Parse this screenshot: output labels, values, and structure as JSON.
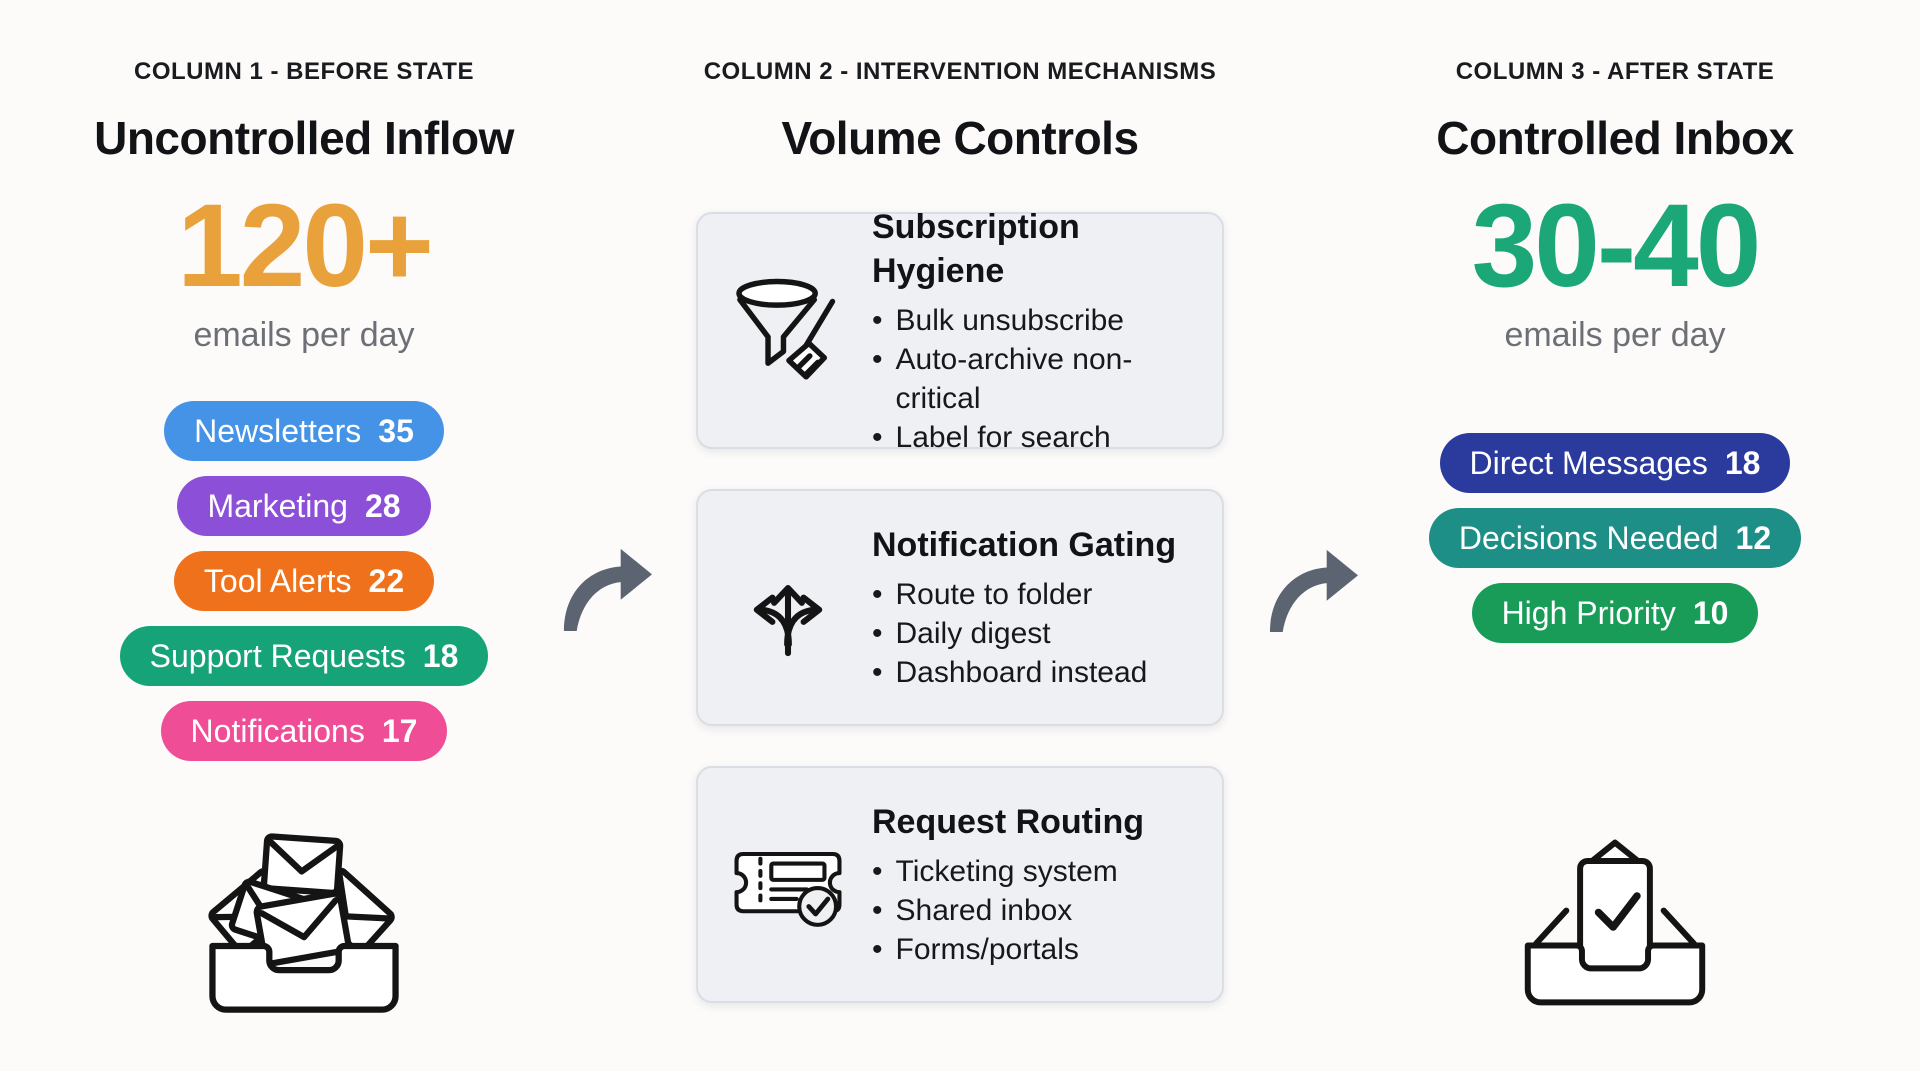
{
  "glyphs": {
    "bullet": "•"
  },
  "arrow_color": "#5B6470",
  "columns": [
    {
      "label": "COLUMN 1 - BEFORE STATE",
      "title": "Uncontrolled Inflow",
      "metric": {
        "value": "120+",
        "unit": "emails per day",
        "color": "#E9A23B"
      },
      "badges": [
        {
          "label": "Newsletters",
          "count": "35",
          "color": "#4493E6"
        },
        {
          "label": "Marketing",
          "count": "28",
          "color": "#8C4FD8"
        },
        {
          "label": "Tool Alerts",
          "count": "22",
          "color": "#F0711C"
        },
        {
          "label": "Support Requests",
          "count": "18",
          "color": "#16A377"
        },
        {
          "label": "Notifications",
          "count": "17",
          "color": "#EF4D96"
        }
      ]
    },
    {
      "label": "COLUMN 2 - INTERVENTION MECHANISMS",
      "title": "Volume Controls",
      "cards": [
        {
          "title": "Subscription Hygiene",
          "icon": "funnel-broom-icon",
          "bullets": [
            "Bulk unsubscribe",
            "Auto-archive non-critical",
            "Label for search"
          ]
        },
        {
          "title": "Notification Gating",
          "icon": "branch-arrows-icon",
          "bullets": [
            "Route to folder",
            "Daily digest",
            "Dashboard instead"
          ]
        },
        {
          "title": "Request Routing",
          "icon": "ticket-check-icon",
          "bullets": [
            "Ticketing system",
            "Shared inbox",
            "Forms/portals"
          ]
        }
      ]
    },
    {
      "label": "COLUMN 3 - AFTER STATE",
      "title": "Controlled Inbox",
      "metric": {
        "value": "30-40",
        "unit": "emails per day",
        "color": "#1BA778"
      },
      "badges": [
        {
          "label": "Direct Messages",
          "count": "18",
          "color": "#2B3B9D"
        },
        {
          "label": "Decisions Needed",
          "count": "12",
          "color": "#1E8F87"
        },
        {
          "label": "High Priority",
          "count": "10",
          "color": "#199C57"
        }
      ]
    }
  ]
}
